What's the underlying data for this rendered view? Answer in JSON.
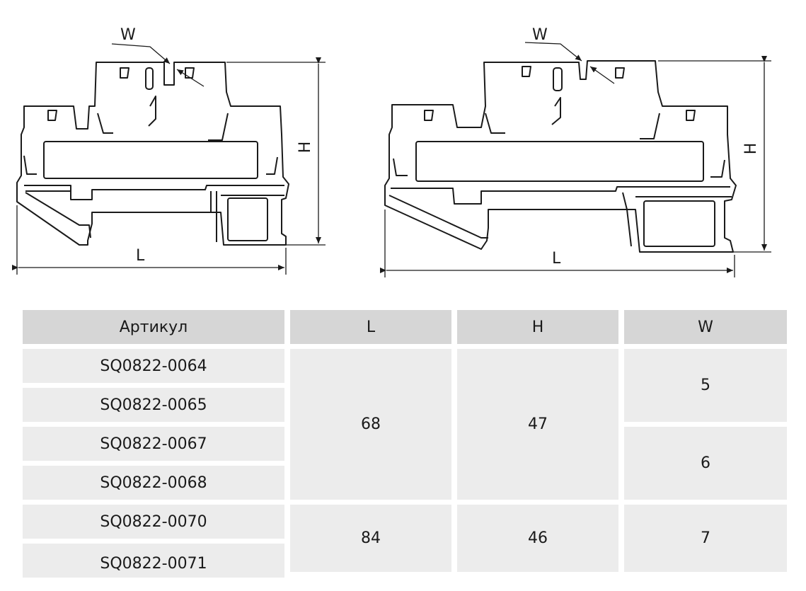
{
  "drawings": {
    "left": {
      "w_label": "W",
      "h_label": "H",
      "l_label": "L"
    },
    "right": {
      "w_label": "W",
      "h_label": "H",
      "l_label": "L"
    }
  },
  "table": {
    "headers": [
      "Артикул",
      "L",
      "H",
      "W"
    ],
    "articles": [
      "SQ0822-0064",
      "SQ0822-0065",
      "SQ0822-0067",
      "SQ0822-0068",
      "SQ0822-0070",
      "SQ0822-0071"
    ],
    "groups": [
      {
        "L": "68",
        "H": "47",
        "W": [
          "5",
          "6"
        ]
      },
      {
        "L": "84",
        "H": "46",
        "W": [
          "7"
        ]
      }
    ]
  },
  "colors": {
    "header_bg": "#d6d6d6",
    "cell_bg": "#ececec",
    "line": "#1a1a1a"
  }
}
